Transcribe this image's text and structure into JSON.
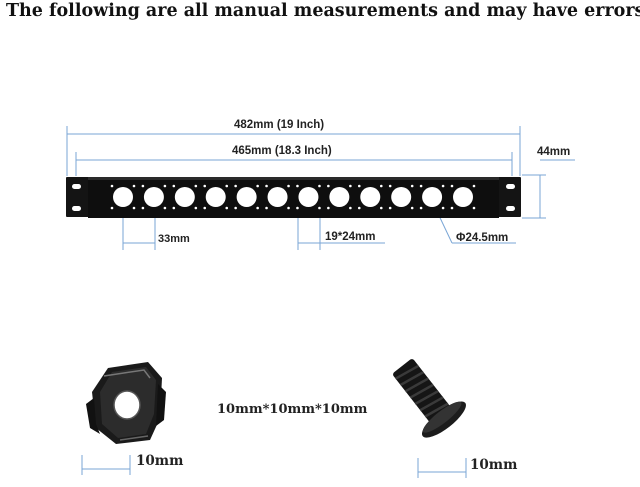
{
  "heading": "The following are all manual measurements and may have errors.",
  "panel": {
    "overall_width_label": "482mm  (19 Inch)",
    "inner_width_label": "465mm  (18.3 Inch)",
    "height_label": "44mm",
    "spacing_label": "33mm",
    "slot_label": "19*24mm",
    "hole_label": "Φ24.5mm",
    "hole_count": 12
  },
  "cage_nut": {
    "size_label": "10mm*10mm*10mm",
    "width_label": "10mm"
  },
  "screw": {
    "width_label": "10mm"
  },
  "colors": {
    "panel": "#0e0e0e",
    "dimension_line": "#7aa6d6",
    "hole": "#ffffff"
  }
}
